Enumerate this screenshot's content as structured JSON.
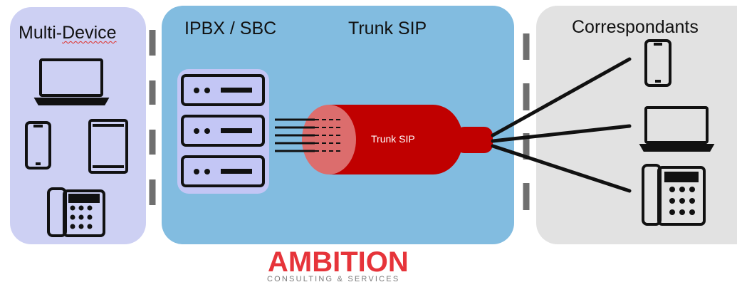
{
  "panels": {
    "left_title": "Multi-Device",
    "middle_title_left": "IPBX / SBC",
    "middle_title_right": "Trunk SIP",
    "right_title": "Correspondants"
  },
  "pipe": {
    "label": "Trunk SIP"
  },
  "logo": {
    "main": "AMBITION",
    "sub": "CONSULTING & SERVICES"
  },
  "colors": {
    "left_panel": "#cdd0f3",
    "middle_panel": "#82bce0",
    "right_panel": "#e2e2e2",
    "pipe": "#c00000",
    "server": "#c3c6f5",
    "logo": "#e6343a"
  },
  "icons": [
    "laptop-icon",
    "smartphone-icon",
    "tablet-icon",
    "desk-phone-icon",
    "server-rack-icon",
    "trunk-pipe"
  ]
}
